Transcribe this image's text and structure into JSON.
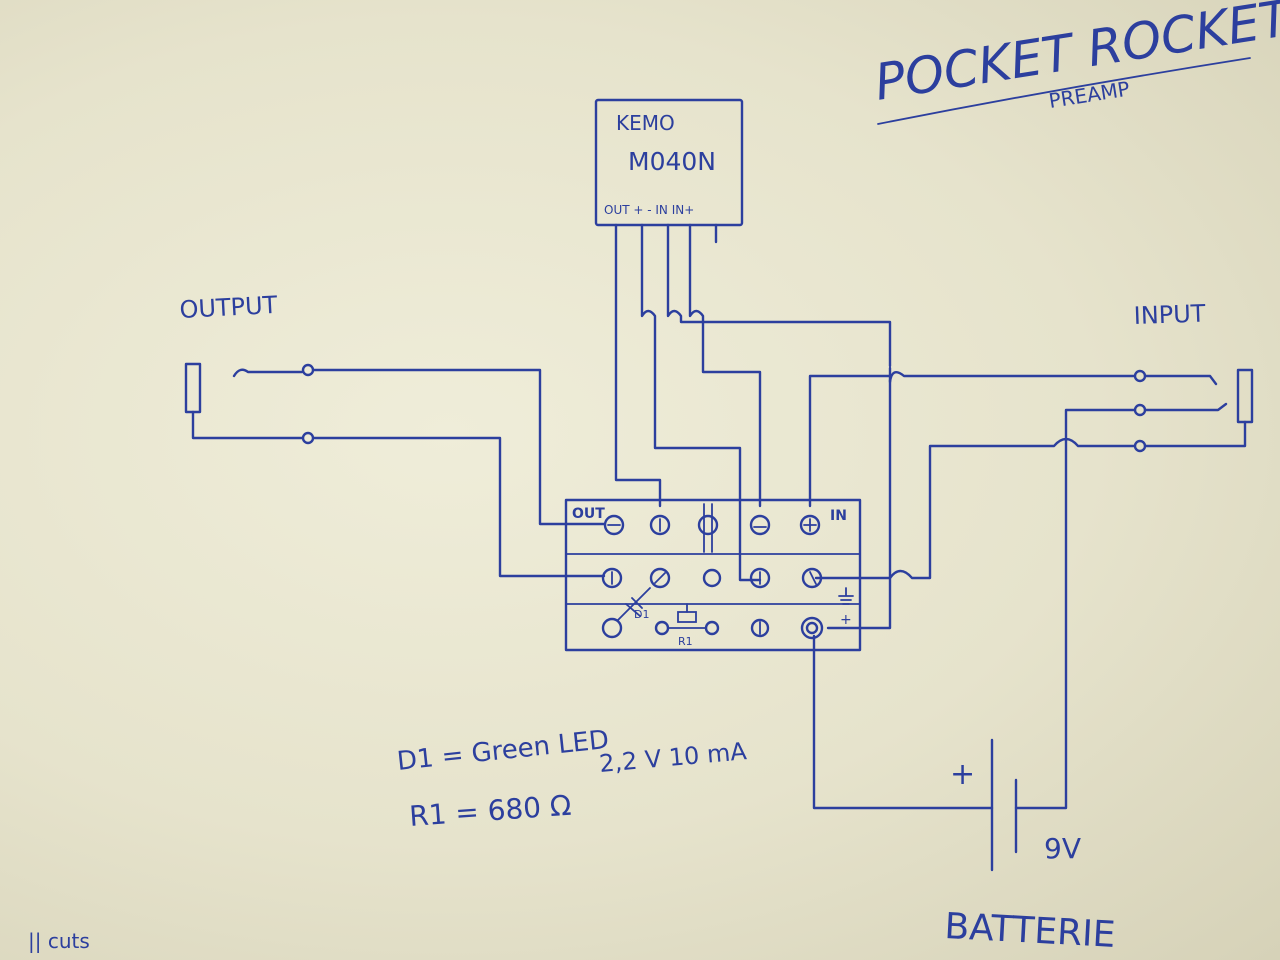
{
  "title": {
    "main": "POCKET ROCKET",
    "sub": "PREAMP"
  },
  "module": {
    "brand": "KEMO",
    "model": "M040N",
    "pins": "OUT +  -  IN IN+"
  },
  "labels": {
    "output": "OUTPUT",
    "input": "INPUT",
    "board_out": "OUT",
    "board_in": "IN",
    "board_plus": "+",
    "battery_plus": "+",
    "battery_voltage": "9V",
    "battery": "BATTERIE"
  },
  "notes": {
    "d1": "D1 = Green LED",
    "d1_spec": "2,2 V  10 mA",
    "r1": "R1 = 680 Ω"
  },
  "corner_text": "|| cuts",
  "colors": {
    "ink": "#2c3f9e",
    "paper": "#e9e6d3"
  }
}
